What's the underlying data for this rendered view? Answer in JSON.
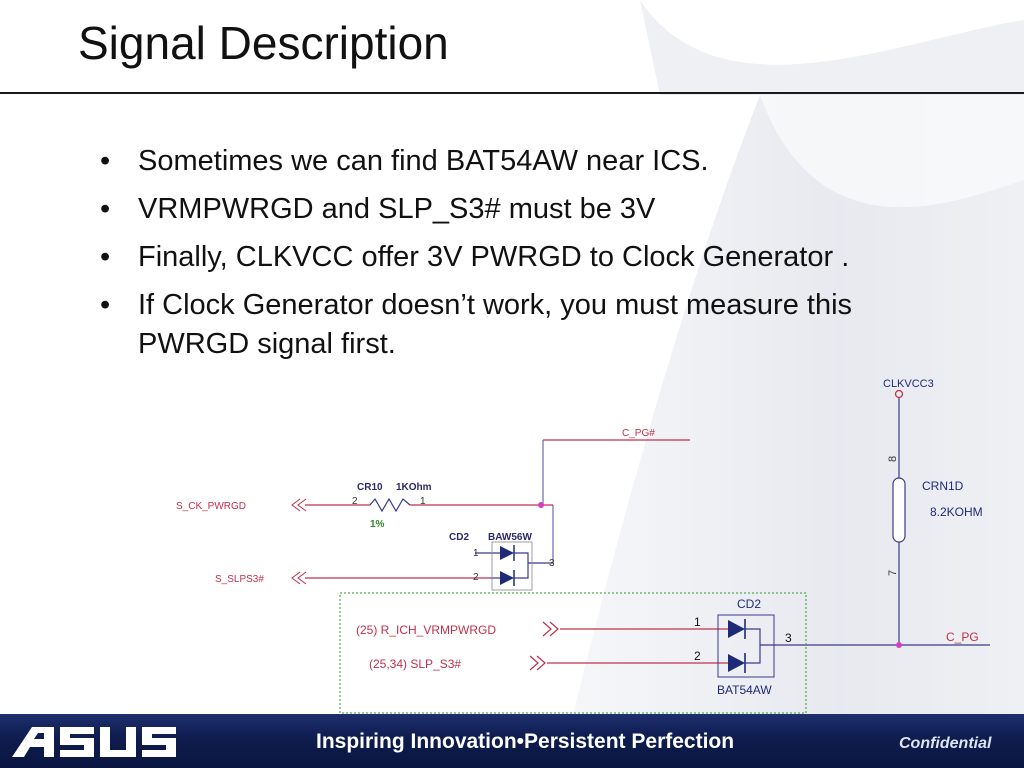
{
  "slide": {
    "title": "Signal Description",
    "bullets": [
      "Sometimes we can find BAT54AW near ICS.",
      "VRMPWRGD and SLP_S3# must be 3V",
      "Finally, CLKVCC offer 3V PWRGD to Clock Generator .",
      "If Clock Generator doesn’t work, you must measure this PWRGD signal first."
    ]
  },
  "schematic": {
    "colors": {
      "net": "#c0304a",
      "wire": "#3a3a8c",
      "text_dark": "#1e2a78",
      "junction": "#d040c0",
      "box": "#2a9a2a"
    },
    "top": {
      "net_cpg": "C_PG#",
      "net_ck_pwrgd": "S_CK_PWRGD",
      "net_slps3": "S_SLPS3#",
      "resistor_ref": "CR10",
      "resistor_value": "1KOhm",
      "resistor_tolerance": "1%",
      "resistor_pin1": "1",
      "resistor_pin2": "2",
      "diode_ref": "CD2",
      "diode_part": "BAW56W",
      "diode_pin1": "1",
      "diode_pin2": "2",
      "diode_pin3": "3"
    },
    "right": {
      "power_rail": "CLKVCC3",
      "rn_ref": "CRN1D",
      "rn_value": "8.2KOHM",
      "rn_pin8": "8",
      "rn_pin7": "7",
      "net_cpg": "C_PG"
    },
    "box": {
      "diode_ref": "CD2",
      "diode_part": "BAT54AW",
      "net_vrm": "(25)  R_ICH_VRMPWRGD",
      "net_slp": "(25,34)  SLP_S3#",
      "pin1": "1",
      "pin2": "2",
      "pin3": "3"
    }
  },
  "footer": {
    "logo_text": "ASUS",
    "tagline": "Inspiring Innovation•Persistent Perfection",
    "confidential": "Confidential"
  }
}
